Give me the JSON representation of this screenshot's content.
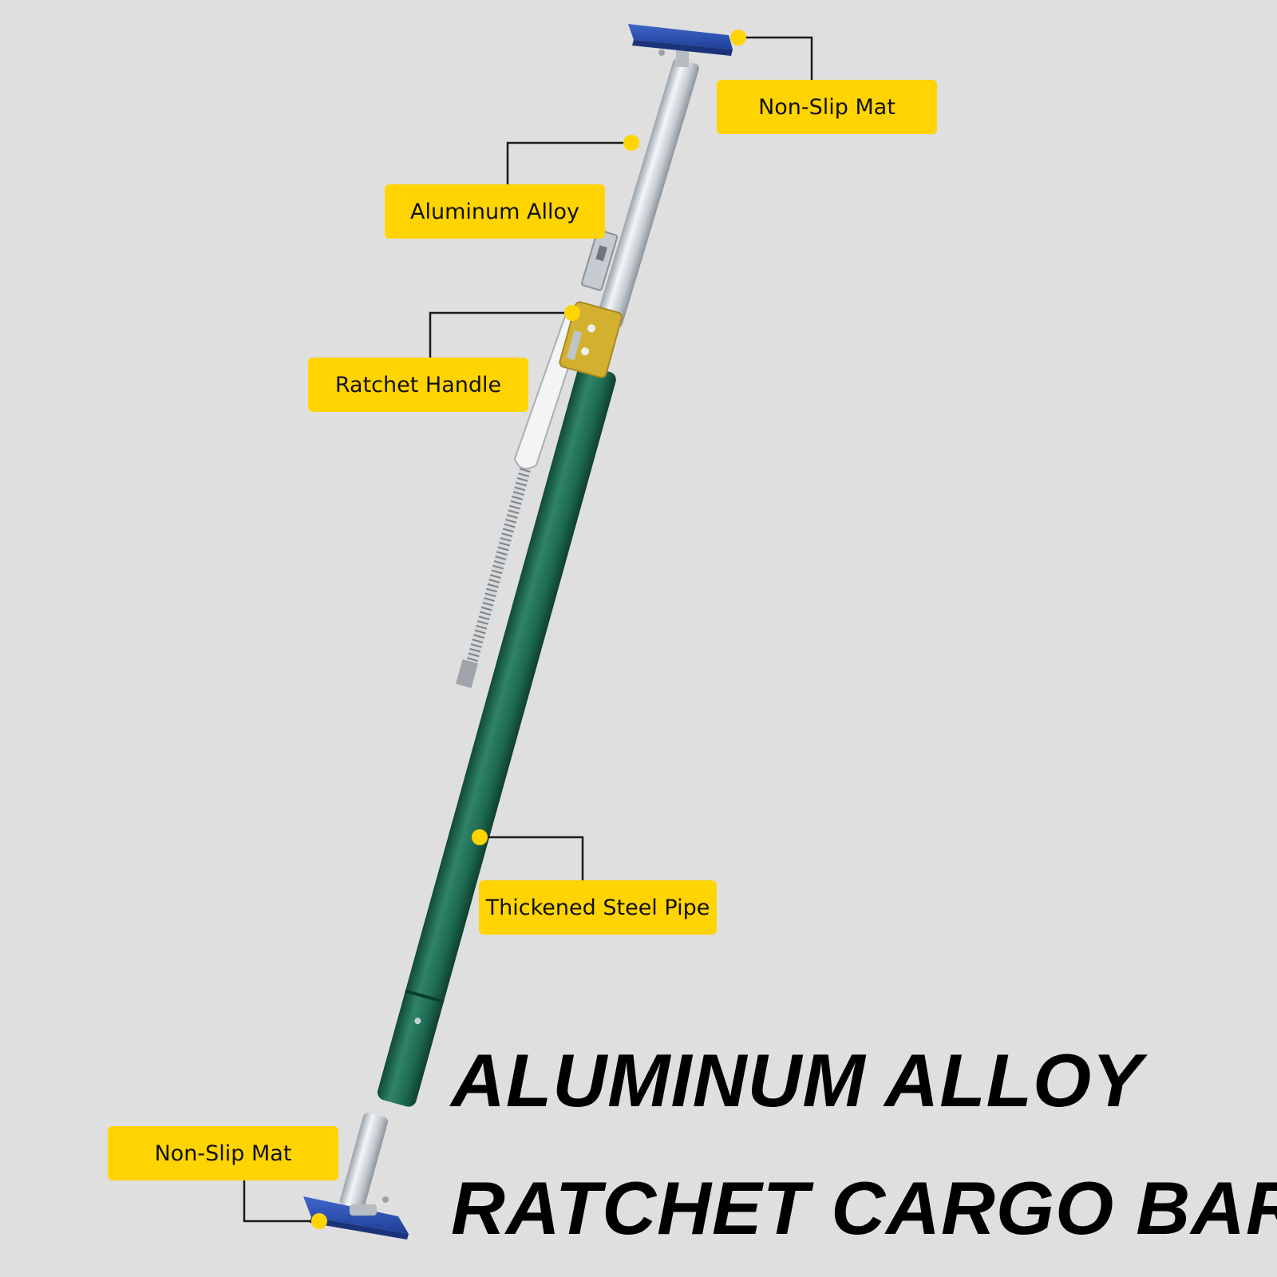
{
  "callouts": {
    "top_mat": "Non-Slip Mat",
    "aluminum": "Aluminum Alloy",
    "ratchet": "Ratchet Handle",
    "steel": "Thickened Steel Pipe",
    "bottom_mat": "Non-Slip Mat"
  },
  "headline": {
    "line1": "ALUMINUM ALLOY",
    "line2": "RATCHET CARGO BAR"
  },
  "colors": {
    "background": "#dfdfdf",
    "callout": "#ffd400",
    "steel_pipe": "#1f6b52",
    "mat": "#2f55b8",
    "ratchet_block": "#d4b030"
  }
}
